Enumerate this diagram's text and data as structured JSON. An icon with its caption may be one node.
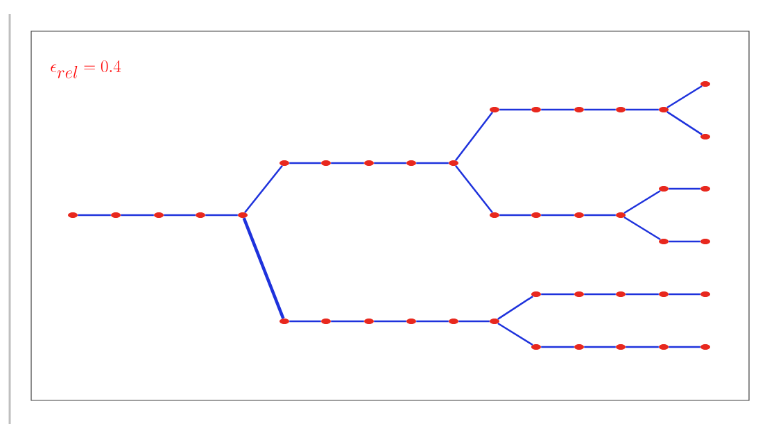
{
  "diagram": {
    "nodes": [
      {
        "text": [],
        "shape": "circle"
      },
      {
        "text": [],
        "shape": "circle"
      },
      {
        "text": [],
        "shape": "circle"
      },
      {
        "text": [],
        "shape": "circle"
      },
      {
        "text": [],
        "shape": "circle"
      },
      {
        "text": [],
        "shape": "circle"
      },
      {
        "text": [],
        "shape": "circle"
      },
      {
        "text": [],
        "shape": "circle"
      },
      {
        "text": [],
        "shape": "circle"
      },
      {
        "text": [],
        "shape": "circle"
      },
      {
        "text": [],
        "shape": "circle"
      },
      {
        "text": [],
        "shape": "circle"
      },
      {
        "text": [],
        "shape": "circle"
      },
      {
        "text": [],
        "shape": "circle"
      },
      {
        "text": [],
        "shape": "circle"
      },
      {
        "text": [],
        "shape": "circle"
      },
      {
        "text": [],
        "shape": "circle"
      },
      {
        "text": [],
        "shape": "circle"
      },
      {
        "text": [],
        "shape": "circle"
      },
      {
        "text": [],
        "shape": "circle"
      },
      {
        "text": [],
        "shape": "circle"
      },
      {
        "text": [],
        "shape": "circle"
      },
      {
        "text": [],
        "shape": "circle"
      },
      {
        "text": [],
        "shape": "circle"
      },
      {
        "text": [],
        "shape": "circle"
      },
      {
        "text": [],
        "shape": "circle"
      },
      {
        "text": [],
        "shape": "circle"
      },
      {
        "text": [],
        "shape": "circle"
      },
      {
        "text": [],
        "shape": "circle"
      },
      {
        "text": [],
        "shape": "circle"
      },
      {
        "text": [],
        "shape": "circle"
      },
      {
        "text": [],
        "shape": "circle"
      },
      {
        "text": [],
        "shape": "circle"
      },
      {
        "text": [],
        "shape": "circle"
      },
      {
        "text": [],
        "shape": "circle"
      },
      {
        "text": [],
        "shape": "circle"
      },
      {
        "text": [],
        "shape": "circle"
      },
      {
        "text": [],
        "shape": "circle"
      },
      {
        "text": [],
        "shape": "circle"
      },
      {
        "text": [],
        "shape": "circle"
      },
      {
        "text": [],
        "shape": "circle"
      }
    ],
    "edges": [
      {
        "from": 0,
        "to": 1,
        "arrow": "none"
      },
      {
        "from": 1,
        "to": 2,
        "arrow": "none"
      },
      {
        "from": 2,
        "to": 3,
        "arrow": "none"
      },
      {
        "from": 3,
        "to": 4,
        "arrow": "none"
      },
      {
        "from": 4,
        "to": 5,
        "arrow": "none"
      },
      {
        "from": 4,
        "to": 6,
        "arrow": "none",
        "style": "thick"
      },
      {
        "from": 5,
        "to": 7,
        "arrow": "none"
      },
      {
        "from": 7,
        "to": 9,
        "arrow": "none"
      },
      {
        "from": 9,
        "to": 11,
        "arrow": "none"
      },
      {
        "from": 11,
        "to": 13,
        "arrow": "none"
      },
      {
        "from": 13,
        "to": 15,
        "arrow": "none"
      },
      {
        "from": 13,
        "to": 16,
        "arrow": "none"
      },
      {
        "from": 15,
        "to": 18,
        "arrow": "none"
      },
      {
        "from": 18,
        "to": 22,
        "arrow": "none"
      },
      {
        "from": 22,
        "to": 26,
        "arrow": "none"
      },
      {
        "from": 26,
        "to": 30,
        "arrow": "none"
      },
      {
        "from": 30,
        "to": 35,
        "arrow": "none"
      },
      {
        "from": 30,
        "to": 36,
        "arrow": "none"
      },
      {
        "from": 16,
        "to": 19,
        "arrow": "none"
      },
      {
        "from": 19,
        "to": 23,
        "arrow": "none"
      },
      {
        "from": 23,
        "to": 27,
        "arrow": "none"
      },
      {
        "from": 27,
        "to": 31,
        "arrow": "none"
      },
      {
        "from": 27,
        "to": 32,
        "arrow": "none"
      },
      {
        "from": 31,
        "to": 37,
        "arrow": "none"
      },
      {
        "from": 32,
        "to": 38,
        "arrow": "none"
      },
      {
        "from": 6,
        "to": 8,
        "arrow": "none"
      },
      {
        "from": 8,
        "to": 10,
        "arrow": "none"
      },
      {
        "from": 10,
        "to": 12,
        "arrow": "none"
      },
      {
        "from": 12,
        "to": 14,
        "arrow": "none"
      },
      {
        "from": 14,
        "to": 17,
        "arrow": "none"
      },
      {
        "from": 17,
        "to": 20,
        "arrow": "none"
      },
      {
        "from": 17,
        "to": 21,
        "arrow": "none"
      },
      {
        "from": 20,
        "to": 24,
        "arrow": "none"
      },
      {
        "from": 24,
        "to": 28,
        "arrow": "none"
      },
      {
        "from": 28,
        "to": 33,
        "arrow": "none"
      },
      {
        "from": 33,
        "to": 39,
        "arrow": "none"
      },
      {
        "from": 21,
        "to": 25,
        "arrow": "none"
      },
      {
        "from": 25,
        "to": 29,
        "arrow": "none"
      },
      {
        "from": 29,
        "to": 34,
        "arrow": "none"
      },
      {
        "from": 34,
        "to": 40,
        "arrow": "none"
      }
    ],
    "labels": [
      "\\epsilon_{rel} = 0.4"
    ]
  }
}
